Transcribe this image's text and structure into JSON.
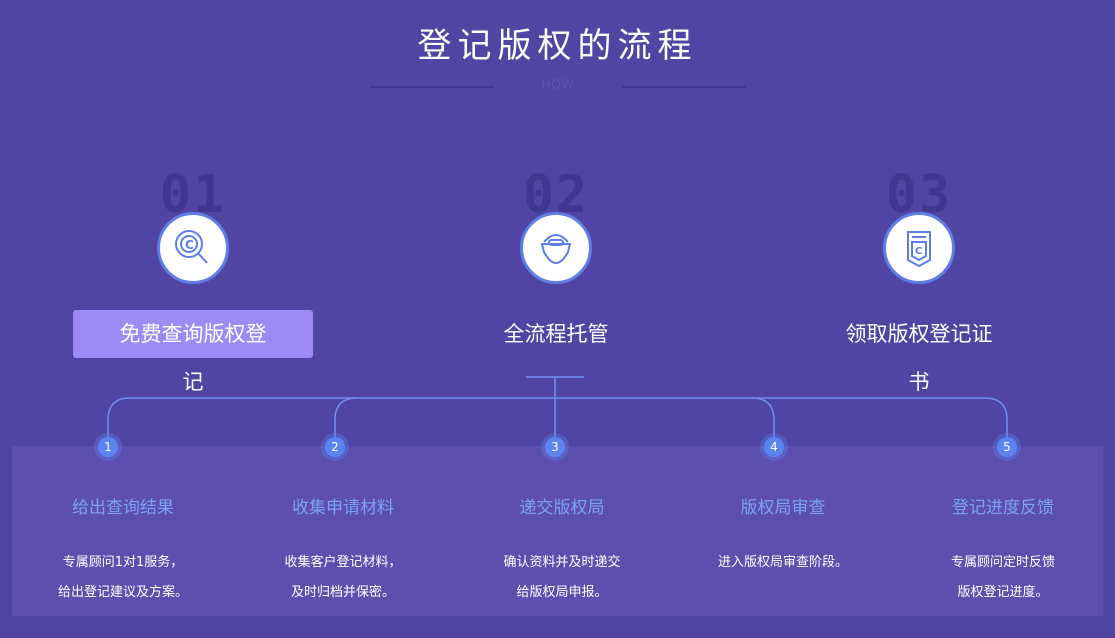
{
  "title": "登记版权的流程",
  "subtitle": "HOW",
  "steps": [
    {
      "num": "01",
      "label": "免费查询版权登记",
      "icon": "copyright-search-icon"
    },
    {
      "num": "02",
      "label": "全流程托管",
      "icon": "custody-icon"
    },
    {
      "num": "03",
      "label": "领取版权登记证书",
      "icon": "certificate-icon"
    }
  ],
  "substeps": [
    {
      "n": "1",
      "title": "给出查询结果",
      "l1": "专属顾问1对1服务，",
      "l2": "给出登记建议及方案。"
    },
    {
      "n": "2",
      "title": "收集申请材料",
      "l1": "收集客户登记材料，",
      "l2": "及时归档并保密。"
    },
    {
      "n": "3",
      "title": "递交版权局",
      "l1": "确认资料并及时递交",
      "l2": "给版权局申报。"
    },
    {
      "n": "4",
      "title": "版权局审查",
      "l1": "进入版权局审查阶段。",
      "l2": ""
    },
    {
      "n": "5",
      "title": "登记进度反馈",
      "l1": "专属顾问定时反馈",
      "l2": "版权登记进度。"
    }
  ]
}
